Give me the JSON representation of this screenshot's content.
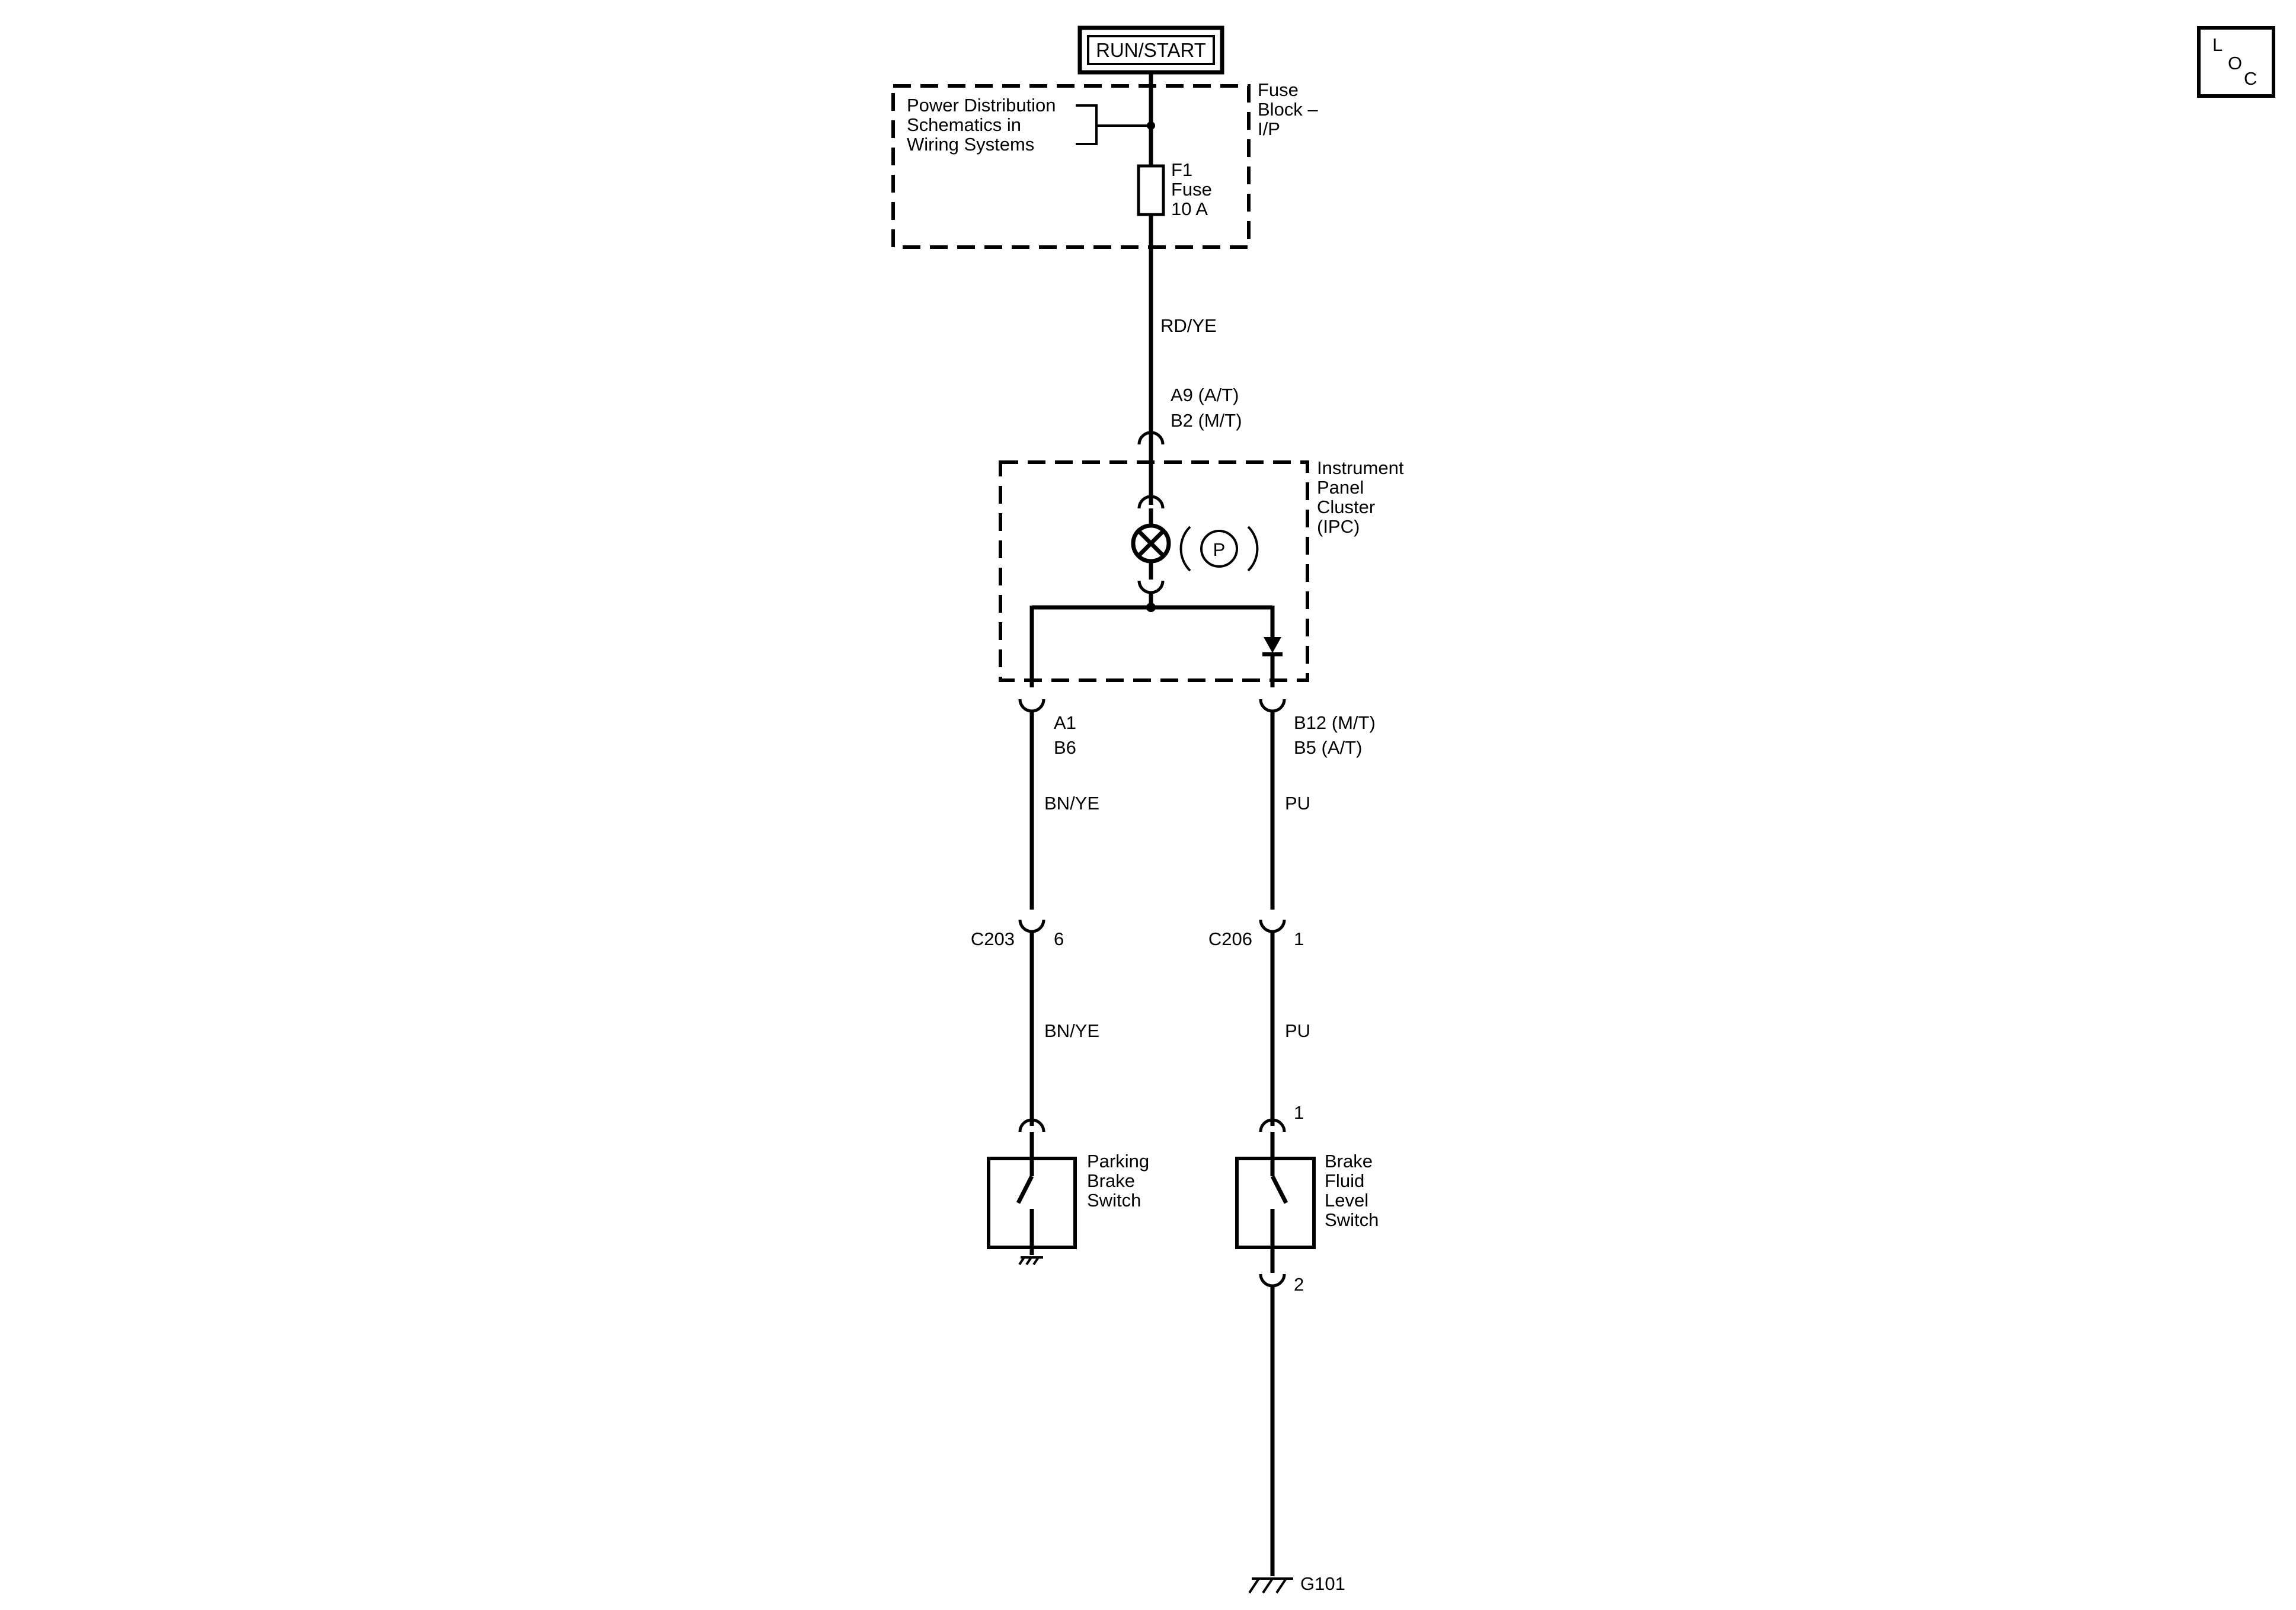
{
  "power": {
    "label": "RUN/START"
  },
  "fuse_block": {
    "reference_lines": [
      "Power Distribution",
      "Schematics in",
      "Wiring Systems"
    ],
    "name_lines": [
      "Fuse",
      "Block –",
      "I/P"
    ],
    "fuse_lines": [
      "F1",
      "Fuse",
      "10 A"
    ]
  },
  "wires": {
    "feed_color": "RD/YE",
    "left_color_upper": "BN/YE",
    "left_color_lower": "BN/YE",
    "right_color_upper": "PU",
    "right_color_lower": "PU"
  },
  "ipc": {
    "name_lines": [
      "Instrument",
      "Panel",
      "Cluster",
      "(IPC)"
    ],
    "input_pins": [
      "A9 (A/T)",
      "B2 (M/T)"
    ],
    "left_pins": [
      "A1",
      "B6"
    ],
    "right_pins": [
      "B12 (M/T)",
      "B5 (A/T)"
    ],
    "indicator_symbol": "P"
  },
  "connectors": {
    "left": {
      "name": "C203",
      "pin": "6"
    },
    "right": {
      "name": "C206",
      "pin": "1"
    }
  },
  "parking_brake_switch": {
    "name_lines": [
      "Parking",
      "Brake",
      "Switch"
    ]
  },
  "brake_fluid_level_switch": {
    "name_lines": [
      "Brake",
      "Fluid",
      "Level",
      "Switch"
    ],
    "pin_top": "1",
    "pin_bottom": "2"
  },
  "ground": {
    "label": "G101"
  },
  "loc_badge": {
    "letters": [
      "L",
      "O",
      "C"
    ]
  }
}
